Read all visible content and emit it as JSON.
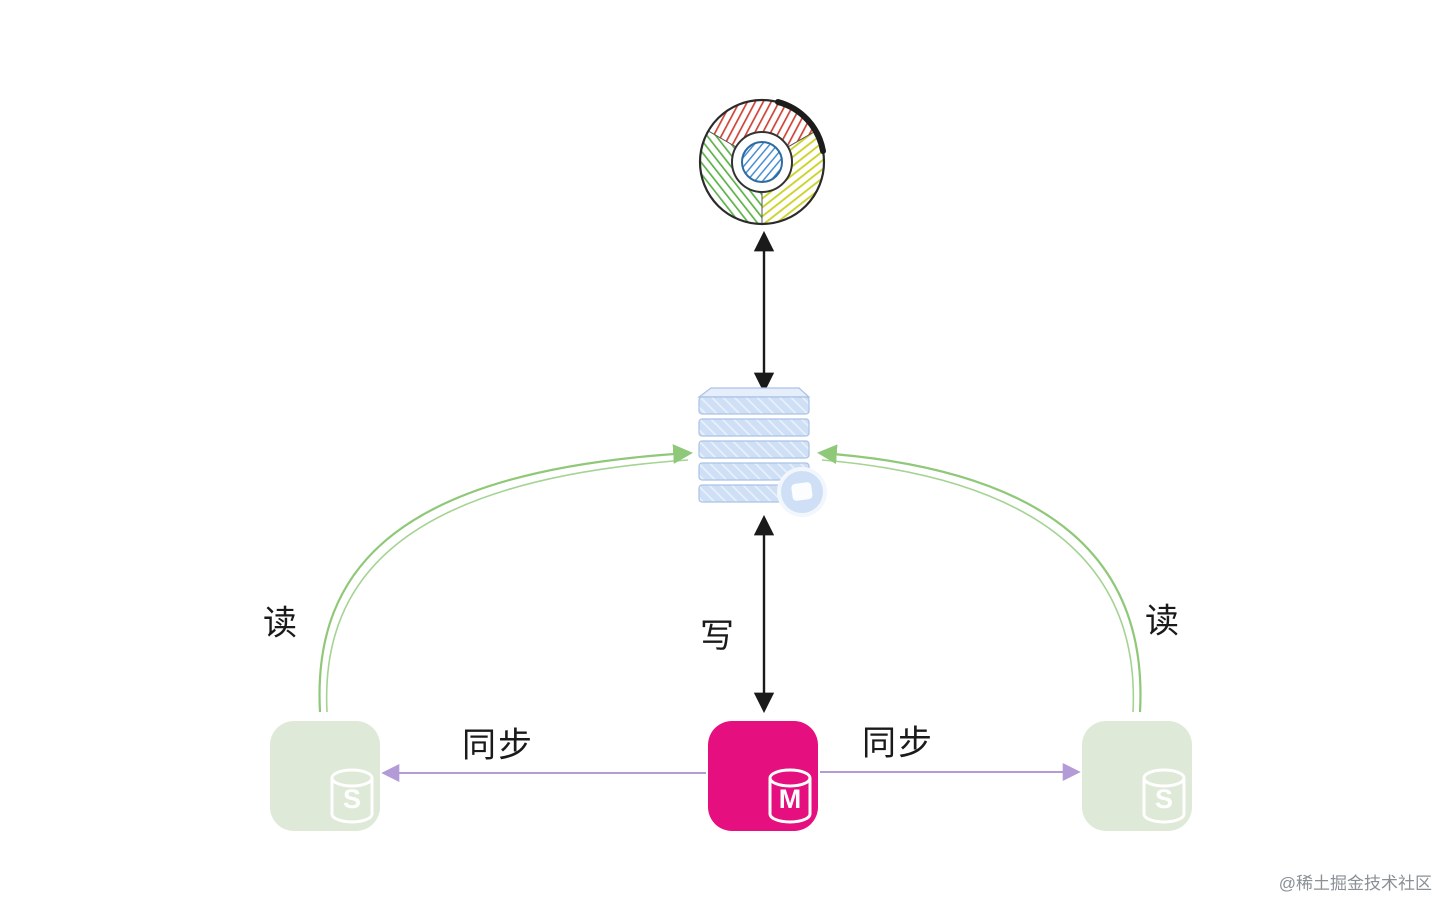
{
  "diagram": {
    "browser": {
      "icon": "chrome-icon"
    },
    "server": {
      "icon": "server-stack-icon"
    },
    "labels": {
      "read_left": "读",
      "read_right": "读",
      "write": "写",
      "sync_left": "同步",
      "sync_right": "同步"
    },
    "nodes": {
      "master": {
        "letter": "M",
        "color": "#e60f7f"
      },
      "slave_left": {
        "letter": "S",
        "color": "#dee9d7"
      },
      "slave_right": {
        "letter": "S",
        "color": "#dee9d7"
      }
    },
    "colors": {
      "read_arrow": "#8fc878",
      "sync_arrow": "#b29bd6",
      "flow_arrow": "#1a1a1a",
      "server_fill": "#cfe0f6"
    },
    "watermark": "@稀土掘金技术社区"
  }
}
